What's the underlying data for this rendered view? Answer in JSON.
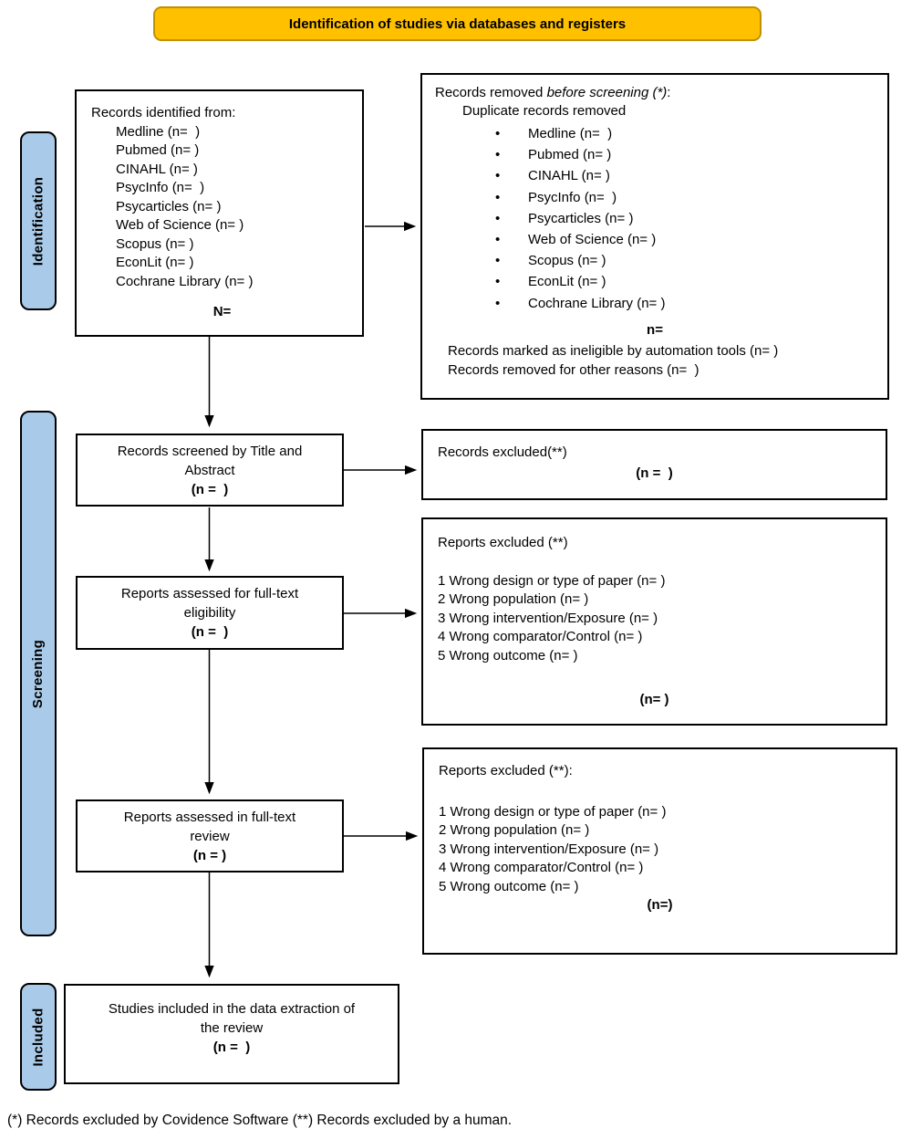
{
  "banner": {
    "title": "Identification of studies via databases and registers"
  },
  "side_labels": {
    "identification": "Identification",
    "screening": "Screening",
    "included": "Included"
  },
  "left": {
    "records_identified": {
      "title": "Records identified from:",
      "items": [
        "Medline (n=  )",
        "Pubmed (n= )",
        "CINAHL (n= )",
        "PsycInfo (n=  )",
        "Psycarticles (n= )",
        "Web of Science (n= )",
        "Scopus (n= )",
        "EconLit (n= )",
        "Cochrane Library (n= )"
      ],
      "total": "N="
    },
    "records_screened": {
      "line1": "Records screened by Title and",
      "line2": "Abstract",
      "n": "(n =  )"
    },
    "reports_fulltext_eligibility": {
      "line1": "Reports assessed for full-text",
      "line2": "eligibility",
      "n": "(n =  )"
    },
    "reports_fulltext_review": {
      "line1": "Reports assessed in full-text",
      "line2": "review",
      "n": "(n = )"
    },
    "studies_included": {
      "line1": "Studies included in the data extraction of",
      "line2": "the review",
      "n": "(n =  )"
    }
  },
  "right": {
    "records_removed": {
      "title_prefix": "Records removed ",
      "title_italic": "before screening (*)",
      "title_suffix": ":",
      "subtitle": "Duplicate records removed",
      "items": [
        "Medline (n=  )",
        "Pubmed (n= )",
        "CINAHL (n= )",
        "PsycInfo (n=  )",
        "Psycarticles (n= )",
        "Web of Science (n= )",
        "Scopus (n= )",
        "EconLit (n= )",
        "Cochrane Library (n= )"
      ],
      "total": "n=",
      "note1": "Records marked as ineligible by automation tools (n= )",
      "note2": "Records removed for other reasons (n=  )"
    },
    "records_excluded": {
      "title": "Records excluded(**)",
      "n": "(n =  )"
    },
    "reports_excluded_1": {
      "title": "Reports excluded (**)",
      "items": [
        "1 Wrong design or type of paper (n= )",
        "2 Wrong population (n= )",
        "3 Wrong intervention/Exposure (n= )",
        "4 Wrong comparator/Control (n= )",
        "5 Wrong outcome (n= )"
      ],
      "n": "(n= )"
    },
    "reports_excluded_2": {
      "title": "Reports excluded (**):",
      "items": [
        "1 Wrong design or type of paper (n= )",
        "2 Wrong population (n= )",
        "3 Wrong intervention/Exposure (n= )",
        "4 Wrong comparator/Control (n= )",
        "5 Wrong outcome (n= )"
      ],
      "n": "(n=)"
    }
  },
  "footnote": "(*) Records excluded by Covidence Software (**) Records excluded by a human."
}
